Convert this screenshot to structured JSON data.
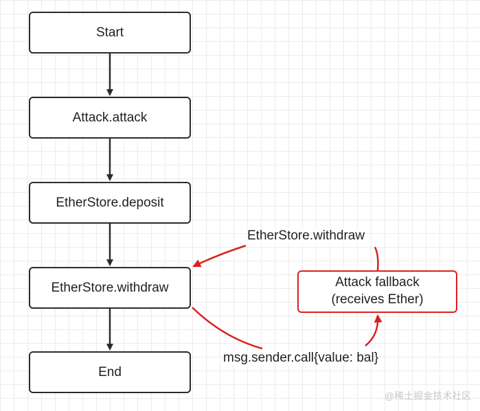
{
  "nodes": {
    "start": "Start",
    "attack": "Attack.attack",
    "deposit": "EtherStore.deposit",
    "withdraw": "EtherStore.withdraw",
    "end": "End",
    "fallback_line1": "Attack fallback",
    "fallback_line2": "(receives Ether)"
  },
  "edge_labels": {
    "withdraw_call": "EtherStore.withdraw",
    "sender_call": "msg.sender.call{value: bal}"
  },
  "watermark": "@稀土掘金技术社区",
  "colors": {
    "main_stroke": "#2b2b2b",
    "accent_red": "#d9201e"
  }
}
